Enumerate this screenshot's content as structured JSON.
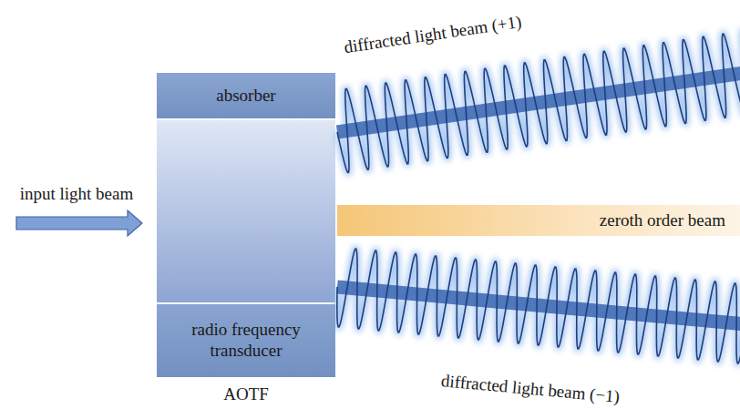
{
  "diagram": {
    "nodes": [
      {
        "text": [
          "absorber"
        ]
      },
      {
        "text": [
          "zeroth order beam"
        ]
      },
      {
        "text": [
          "radio frequency transducer"
        ]
      }
    ],
    "labels": [
      "input light beam",
      "diffracted light beam (+1)",
      "diffracted light beam (−1)",
      "AOTF"
    ]
  }
}
